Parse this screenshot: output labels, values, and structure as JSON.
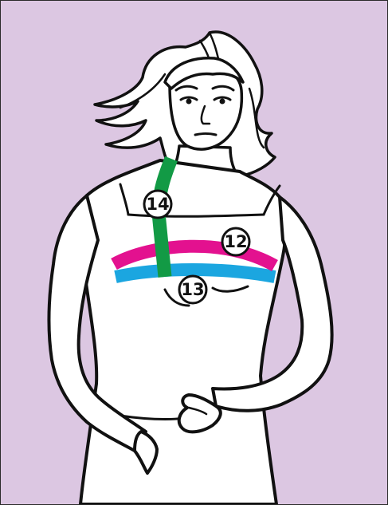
{
  "colors": {
    "background": "#dcc7e2",
    "outline": "#111111",
    "skin": "#ffffff",
    "band_14": "#129a45",
    "band_12": "#e3118f",
    "band_13": "#1ba6e0"
  },
  "measurements": [
    {
      "number": "14",
      "color": "#129a45",
      "icon": "shoulder-strap-band"
    },
    {
      "number": "12",
      "color": "#e3118f",
      "icon": "upper-bust-band"
    },
    {
      "number": "13",
      "color": "#1ba6e0",
      "icon": "under-bust-band"
    }
  ]
}
